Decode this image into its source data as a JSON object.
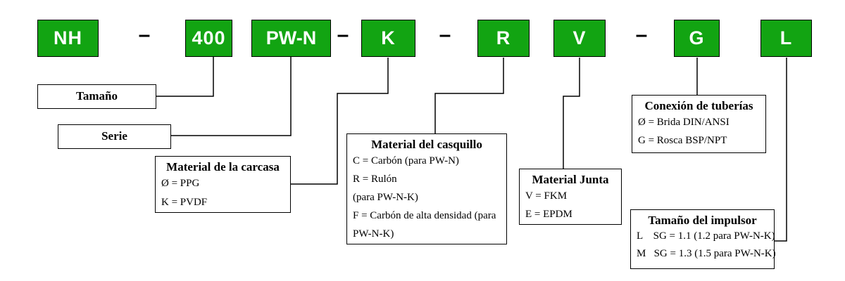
{
  "code_row": {
    "segments": [
      "NH",
      "–",
      "400",
      "PW-N",
      "–",
      "K",
      "–",
      "R",
      "V",
      "–",
      "G",
      "L"
    ]
  },
  "legend": {
    "tamano": {
      "title": "Tamaño"
    },
    "serie": {
      "title": "Serie"
    },
    "carcasa": {
      "title": "Material de la carcasa",
      "lines": [
        "Ø = PPG",
        "K = PVDF"
      ]
    },
    "casquillo": {
      "title": "Material del casquillo",
      "lines": [
        "C = Carbón (para PW-N)",
        "R = Rulón",
        "(para PW-N-K)",
        "F = Carbón de alta densidad (para",
        "PW-N-K)"
      ]
    },
    "junta": {
      "title": "Material Junta",
      "lines": [
        "V = FKM",
        "E = EPDM"
      ]
    },
    "conexion": {
      "title": "Conexión de tuberías",
      "lines": [
        "Ø = Brida DIN/ANSI",
        "G = Rosca BSP/NPT"
      ]
    },
    "impulsor": {
      "title": "Tamaño del impulsor",
      "lines": [
        "L    SG = 1.1 (1.2 para PW-N-K)",
        "M   SG = 1.3 (1.5 para PW-N-K)"
      ]
    }
  },
  "colors": {
    "segment_green": "#12a412",
    "border_black": "#000000",
    "segment_text_white": "#ffffff"
  }
}
